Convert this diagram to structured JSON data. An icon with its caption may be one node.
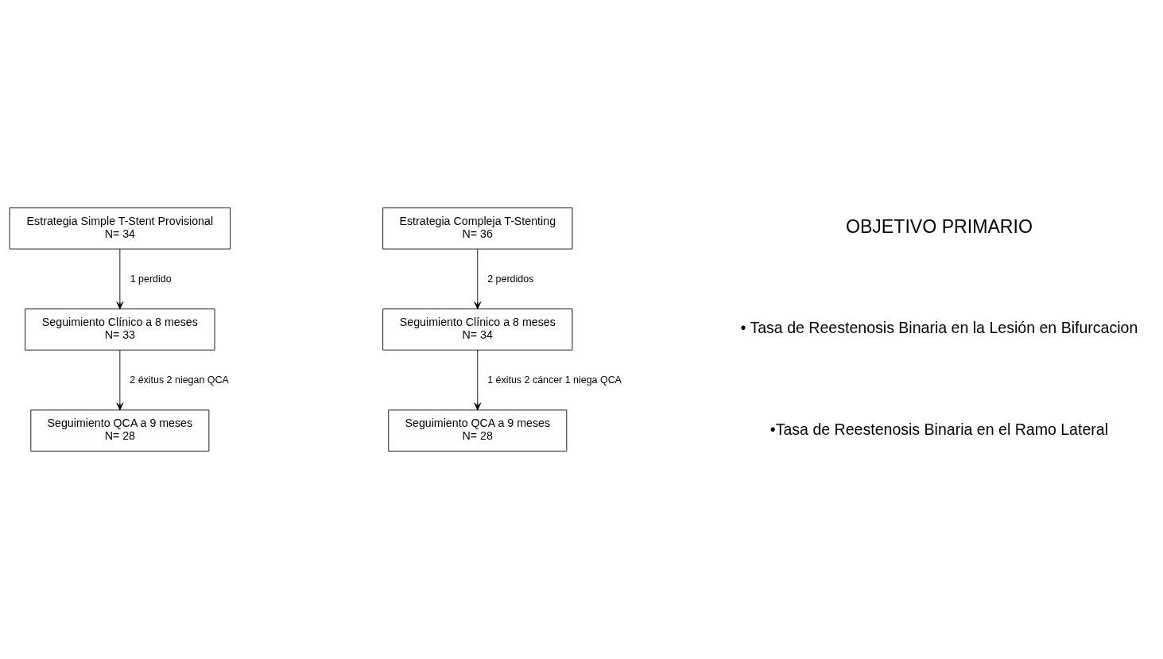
{
  "diagram": {
    "nodes": [
      {
        "text": [
          "Estrategia Simple T-Stent Provisional",
          "N= 34"
        ]
      },
      {
        "text": [
          "Estrategia Compleja T-Stenting",
          "N= 36"
        ]
      },
      {
        "text": [
          "Seguimiento Clínico a 8 meses",
          "N= 33"
        ]
      },
      {
        "text": [
          "Seguimiento Clínico a 8 meses",
          "N= 34"
        ]
      },
      {
        "text": [
          "Seguimiento QCA a 9 meses",
          "N= 28"
        ]
      },
      {
        "text": [
          "Seguimiento QCA a 9 meses",
          "N= 28"
        ]
      }
    ],
    "edges": [
      {
        "from": 0,
        "to": 2,
        "arrow": "to",
        "label": "1 perdido"
      },
      {
        "from": 1,
        "to": 3,
        "arrow": "to",
        "label": "2 perdidos"
      },
      {
        "from": 2,
        "to": 4,
        "arrow": "to",
        "label": "2 éxitus 2 niegan QCA"
      },
      {
        "from": 3,
        "to": 5,
        "arrow": "to",
        "label": "1 éxitus 2 cáncer 1 niega QCA"
      }
    ],
    "labels": [
      "OBJETIVO PRIMARIO",
      "• Tasa de Reestenosis Binaria en la Lesión en Bifurcacion",
      "•Tasa de Reestenosis Binaria en el Ramo Lateral"
    ]
  }
}
